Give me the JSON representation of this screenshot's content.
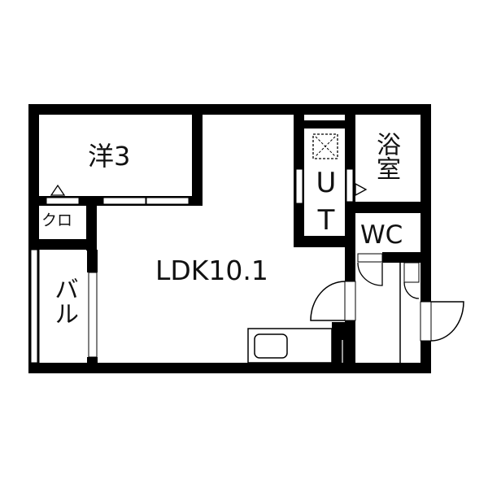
{
  "floor_plan": {
    "type": "apartment-1LDK-style floor plan",
    "colors": {
      "wall": "#000000",
      "background": "#ffffff",
      "text": "#111111"
    },
    "rooms": [
      {
        "id": "western",
        "label": "洋3"
      },
      {
        "id": "closet",
        "label": "クロ"
      },
      {
        "id": "balcony",
        "label": "バル"
      },
      {
        "id": "ldk",
        "label": "LDK10.1"
      },
      {
        "id": "utility",
        "label": "UT"
      },
      {
        "id": "bath",
        "label": "浴室"
      },
      {
        "id": "toilet",
        "label": "WC"
      }
    ]
  }
}
